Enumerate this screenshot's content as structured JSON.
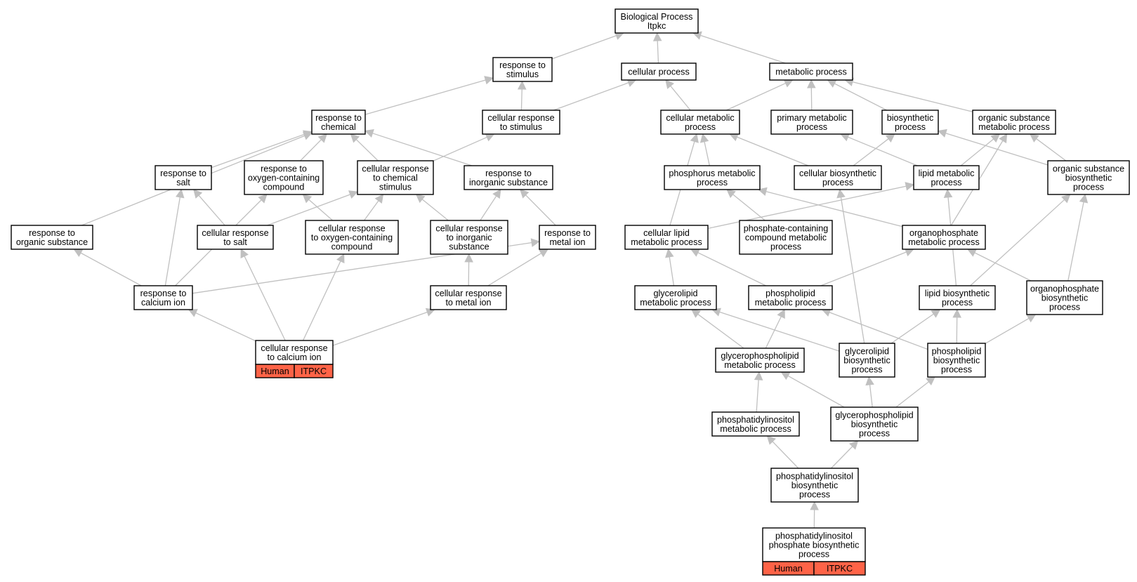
{
  "graph": {
    "edge_color": "#c0c0c0",
    "annotation_color": "#ff6347",
    "nodes": [
      {
        "id": "bp",
        "lines": [
          "Biological Process",
          "Itpkc"
        ]
      },
      {
        "id": "stim",
        "lines": [
          "response to",
          "stimulus"
        ]
      },
      {
        "id": "cellproc",
        "lines": [
          "cellular process"
        ]
      },
      {
        "id": "metab",
        "lines": [
          "metabolic process"
        ]
      },
      {
        "id": "chem",
        "lines": [
          "response to",
          "chemical"
        ]
      },
      {
        "id": "cstim",
        "lines": [
          "cellular response",
          "to stimulus"
        ]
      },
      {
        "id": "cmetab",
        "lines": [
          "cellular metabolic",
          "process"
        ]
      },
      {
        "id": "pmetab",
        "lines": [
          "primary metabolic",
          "process"
        ]
      },
      {
        "id": "biosyn",
        "lines": [
          "biosynthetic",
          "process"
        ]
      },
      {
        "id": "osm",
        "lines": [
          "organic substance",
          "metabolic process"
        ]
      },
      {
        "id": "salt",
        "lines": [
          "response to",
          "salt"
        ]
      },
      {
        "id": "oxy",
        "lines": [
          "response to",
          "oxygen-containing",
          "compound"
        ]
      },
      {
        "id": "cchem",
        "lines": [
          "cellular response",
          "to chemical",
          "stimulus"
        ]
      },
      {
        "id": "inorg",
        "lines": [
          "response to",
          "inorganic substance"
        ]
      },
      {
        "id": "phosmet",
        "lines": [
          "phosphorus metabolic",
          "process"
        ]
      },
      {
        "id": "cbiosyn",
        "lines": [
          "cellular biosynthetic",
          "process"
        ]
      },
      {
        "id": "lipmet",
        "lines": [
          "lipid metabolic",
          "process"
        ]
      },
      {
        "id": "osb",
        "lines": [
          "organic substance",
          "biosynthetic",
          "process"
        ]
      },
      {
        "id": "orgsub",
        "lines": [
          "response to",
          "organic substance"
        ]
      },
      {
        "id": "csalt",
        "lines": [
          "cellular response",
          "to salt"
        ]
      },
      {
        "id": "coxy",
        "lines": [
          "cellular response",
          "to oxygen-containing",
          "compound"
        ]
      },
      {
        "id": "cinorg",
        "lines": [
          "cellular response",
          "to inorganic",
          "substance"
        ]
      },
      {
        "id": "metion",
        "lines": [
          "response to",
          "metal ion"
        ]
      },
      {
        "id": "clip",
        "lines": [
          "cellular lipid",
          "metabolic process"
        ]
      },
      {
        "id": "phcomp",
        "lines": [
          "phosphate-containing",
          "compound metabolic",
          "process"
        ]
      },
      {
        "id": "orgph",
        "lines": [
          "organophosphate",
          "metabolic process"
        ]
      },
      {
        "id": "ca",
        "lines": [
          "response to",
          "calcium ion"
        ]
      },
      {
        "id": "cmetion",
        "lines": [
          "cellular response",
          "to metal ion"
        ]
      },
      {
        "id": "glmet",
        "lines": [
          "glycerolipid",
          "metabolic process"
        ]
      },
      {
        "id": "phlmet",
        "lines": [
          "phospholipid",
          "metabolic process"
        ]
      },
      {
        "id": "lipbio",
        "lines": [
          "lipid biosynthetic",
          "process"
        ]
      },
      {
        "id": "orgphbio",
        "lines": [
          "organophosphate",
          "biosynthetic",
          "process"
        ]
      },
      {
        "id": "cca",
        "lines": [
          "cellular response",
          "to calcium ion"
        ],
        "annotations": [
          "Human",
          "ITPKC"
        ]
      },
      {
        "id": "gplmet",
        "lines": [
          "glycerophospholipid",
          "metabolic process"
        ]
      },
      {
        "id": "glbio",
        "lines": [
          "glycerolipid",
          "biosynthetic",
          "process"
        ]
      },
      {
        "id": "phlbio",
        "lines": [
          "phospholipid",
          "biosynthetic",
          "process"
        ]
      },
      {
        "id": "pimet",
        "lines": [
          "phosphatidylinositol",
          "metabolic process"
        ]
      },
      {
        "id": "gplbio",
        "lines": [
          "glycerophospholipid",
          "biosynthetic",
          "process"
        ]
      },
      {
        "id": "pibio",
        "lines": [
          "phosphatidylinositol",
          "biosynthetic",
          "process"
        ]
      },
      {
        "id": "pipbio",
        "lines": [
          "phosphatidylinositol",
          "phosphate biosynthetic",
          "process"
        ],
        "annotations": [
          "Human",
          "ITPKC"
        ]
      }
    ],
    "edges": [
      [
        "stim",
        "bp"
      ],
      [
        "cellproc",
        "bp"
      ],
      [
        "metab",
        "bp"
      ],
      [
        "chem",
        "stim"
      ],
      [
        "cstim",
        "stim"
      ],
      [
        "cstim",
        "cellproc"
      ],
      [
        "cmetab",
        "cellproc"
      ],
      [
        "cmetab",
        "metab"
      ],
      [
        "pmetab",
        "metab"
      ],
      [
        "biosyn",
        "metab"
      ],
      [
        "osm",
        "metab"
      ],
      [
        "salt",
        "chem"
      ],
      [
        "oxy",
        "chem"
      ],
      [
        "cchem",
        "chem"
      ],
      [
        "inorg",
        "chem"
      ],
      [
        "orgsub",
        "chem"
      ],
      [
        "cchem",
        "cstim"
      ],
      [
        "phosmet",
        "cmetab"
      ],
      [
        "cbiosyn",
        "cmetab"
      ],
      [
        "clip",
        "cmetab"
      ],
      [
        "cbiosyn",
        "biosyn"
      ],
      [
        "lipmet",
        "pmetab"
      ],
      [
        "lipmet",
        "osm"
      ],
      [
        "osb",
        "osm"
      ],
      [
        "osb",
        "biosyn"
      ],
      [
        "orgph",
        "osm"
      ],
      [
        "csalt",
        "salt"
      ],
      [
        "ca",
        "salt"
      ],
      [
        "ca",
        "oxy"
      ],
      [
        "coxy",
        "oxy"
      ],
      [
        "csalt",
        "cchem"
      ],
      [
        "coxy",
        "cchem"
      ],
      [
        "cinorg",
        "cchem"
      ],
      [
        "cinorg",
        "inorg"
      ],
      [
        "metion",
        "inorg"
      ],
      [
        "ca",
        "orgsub"
      ],
      [
        "ca",
        "metion"
      ],
      [
        "cmetion",
        "metion"
      ],
      [
        "cmetion",
        "cinorg"
      ],
      [
        "phcomp",
        "phosmet"
      ],
      [
        "orgph",
        "phosmet"
      ],
      [
        "clip",
        "lipmet"
      ],
      [
        "lipbio",
        "lipmet"
      ],
      [
        "lipbio",
        "osb"
      ],
      [
        "orgphbio",
        "osb"
      ],
      [
        "glmet",
        "clip"
      ],
      [
        "phlmet",
        "clip"
      ],
      [
        "phlmet",
        "orgph"
      ],
      [
        "orgphbio",
        "orgph"
      ],
      [
        "cca",
        "ca"
      ],
      [
        "cca",
        "csalt"
      ],
      [
        "cca",
        "coxy"
      ],
      [
        "cca",
        "cmetion"
      ],
      [
        "gplmet",
        "glmet"
      ],
      [
        "gplmet",
        "phlmet"
      ],
      [
        "glbio",
        "glmet"
      ],
      [
        "phlbio",
        "phlmet"
      ],
      [
        "glbio",
        "lipbio"
      ],
      [
        "phlbio",
        "lipbio"
      ],
      [
        "phlbio",
        "orgphbio"
      ],
      [
        "glbio",
        "cbiosyn"
      ],
      [
        "pimet",
        "gplmet"
      ],
      [
        "gplbio",
        "gplmet"
      ],
      [
        "gplbio",
        "glbio"
      ],
      [
        "gplbio",
        "phlbio"
      ],
      [
        "pibio",
        "pimet"
      ],
      [
        "pibio",
        "gplbio"
      ],
      [
        "pipbio",
        "pibio"
      ]
    ]
  }
}
